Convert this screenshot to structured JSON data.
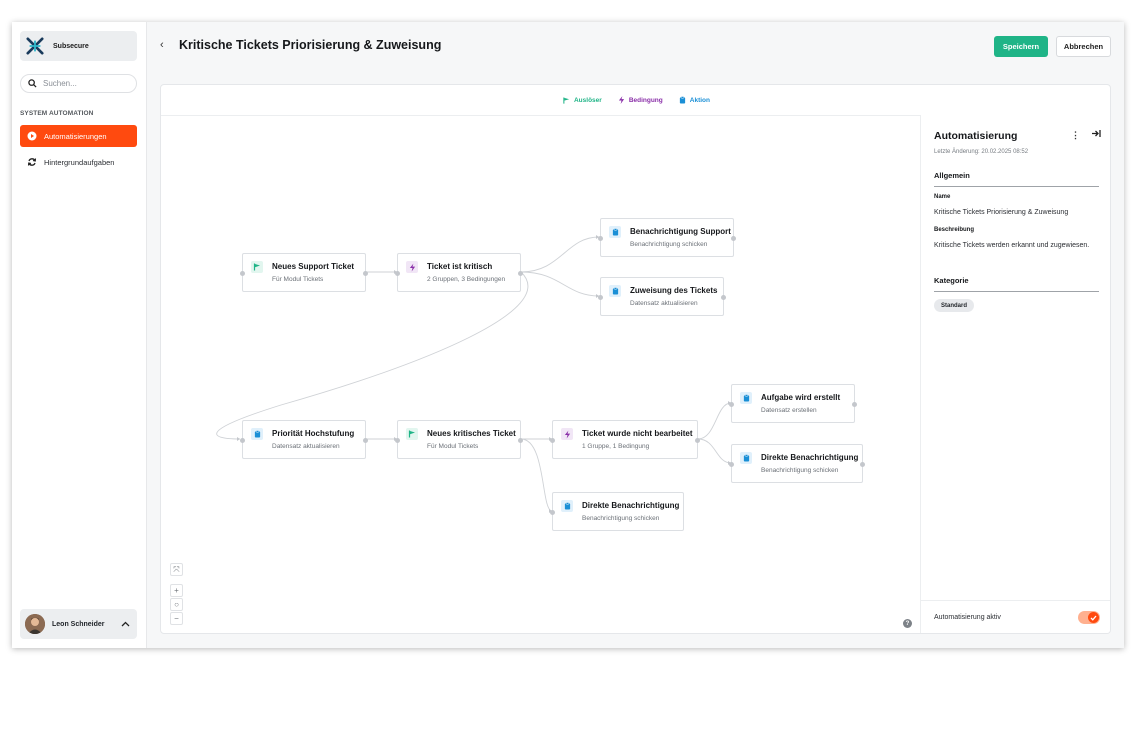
{
  "app": {
    "brand": "Subsecure"
  },
  "sidebar": {
    "search_placeholder": "Suchen...",
    "section_title": "SYSTEM AUTOMATION",
    "items": [
      {
        "label": "Automatisierungen",
        "icon": "play-circle-icon",
        "active": true
      },
      {
        "label": "Hintergrundaufgaben",
        "icon": "refresh-icon",
        "active": false
      }
    ],
    "user": {
      "name": "Leon Schneider"
    }
  },
  "header": {
    "title": "Kritische Tickets Priorisierung & Zuweisung",
    "save_label": "Speichern",
    "cancel_label": "Abbrechen"
  },
  "legend": {
    "trigger": "Auslöser",
    "condition": "Bedingung",
    "action": "Aktion"
  },
  "colors": {
    "accent": "#ff4a0f",
    "save": "#1fb487",
    "trigger": "#1fb487",
    "condition": "#8a2fa8",
    "action": "#1a8fd6"
  },
  "nodes": [
    {
      "id": "n1",
      "type": "trigger",
      "title": "Neues Support Ticket",
      "subtitle": "Für Modul Tickets"
    },
    {
      "id": "n2",
      "type": "condition",
      "title": "Ticket ist kritisch",
      "subtitle": "2 Gruppen, 3 Bedingungen"
    },
    {
      "id": "n3",
      "type": "action",
      "title": "Benachrichtigung Support",
      "subtitle": "Benachrichtigung schicken"
    },
    {
      "id": "n4",
      "type": "action",
      "title": "Zuweisung des Tickets",
      "subtitle": "Datensatz aktualisieren"
    },
    {
      "id": "n5",
      "type": "action",
      "title": "Priorität Hochstufung",
      "subtitle": "Datensatz aktualisieren"
    },
    {
      "id": "n6",
      "type": "trigger",
      "title": "Neues kritisches Ticket",
      "subtitle": "Für Modul Tickets"
    },
    {
      "id": "n7",
      "type": "condition",
      "title": "Ticket wurde nicht bearbeitet",
      "subtitle": "1 Gruppe, 1 Bedingung"
    },
    {
      "id": "n8",
      "type": "action",
      "title": "Aufgabe wird erstellt",
      "subtitle": "Datensatz erstellen"
    },
    {
      "id": "n9",
      "type": "action",
      "title": "Direkte Benachrichtigung",
      "subtitle": "Benachrichtigung schicken"
    },
    {
      "id": "n10",
      "type": "action",
      "title": "Direkte Benachrichtigung",
      "subtitle": "Benachrichtigung schicken"
    }
  ],
  "zoom_controls": {
    "fit": "⤧",
    "in": "+",
    "reset": "○",
    "out": "−"
  },
  "help": "?",
  "panel": {
    "title": "Automatisierung",
    "last_change": "Letzte Änderung: 20.02.2025 08:52",
    "section_general": "Allgemein",
    "name_label": "Name",
    "name_value": "Kritische Tickets Priorisierung & Zuweisung",
    "desc_label": "Beschreibung",
    "desc_value": "Kritische Tickets werden erkannt und zugewiesen.",
    "section_category": "Kategorie",
    "category_chip": "Standard",
    "active_label": "Automatisierung aktiv",
    "active": true
  }
}
